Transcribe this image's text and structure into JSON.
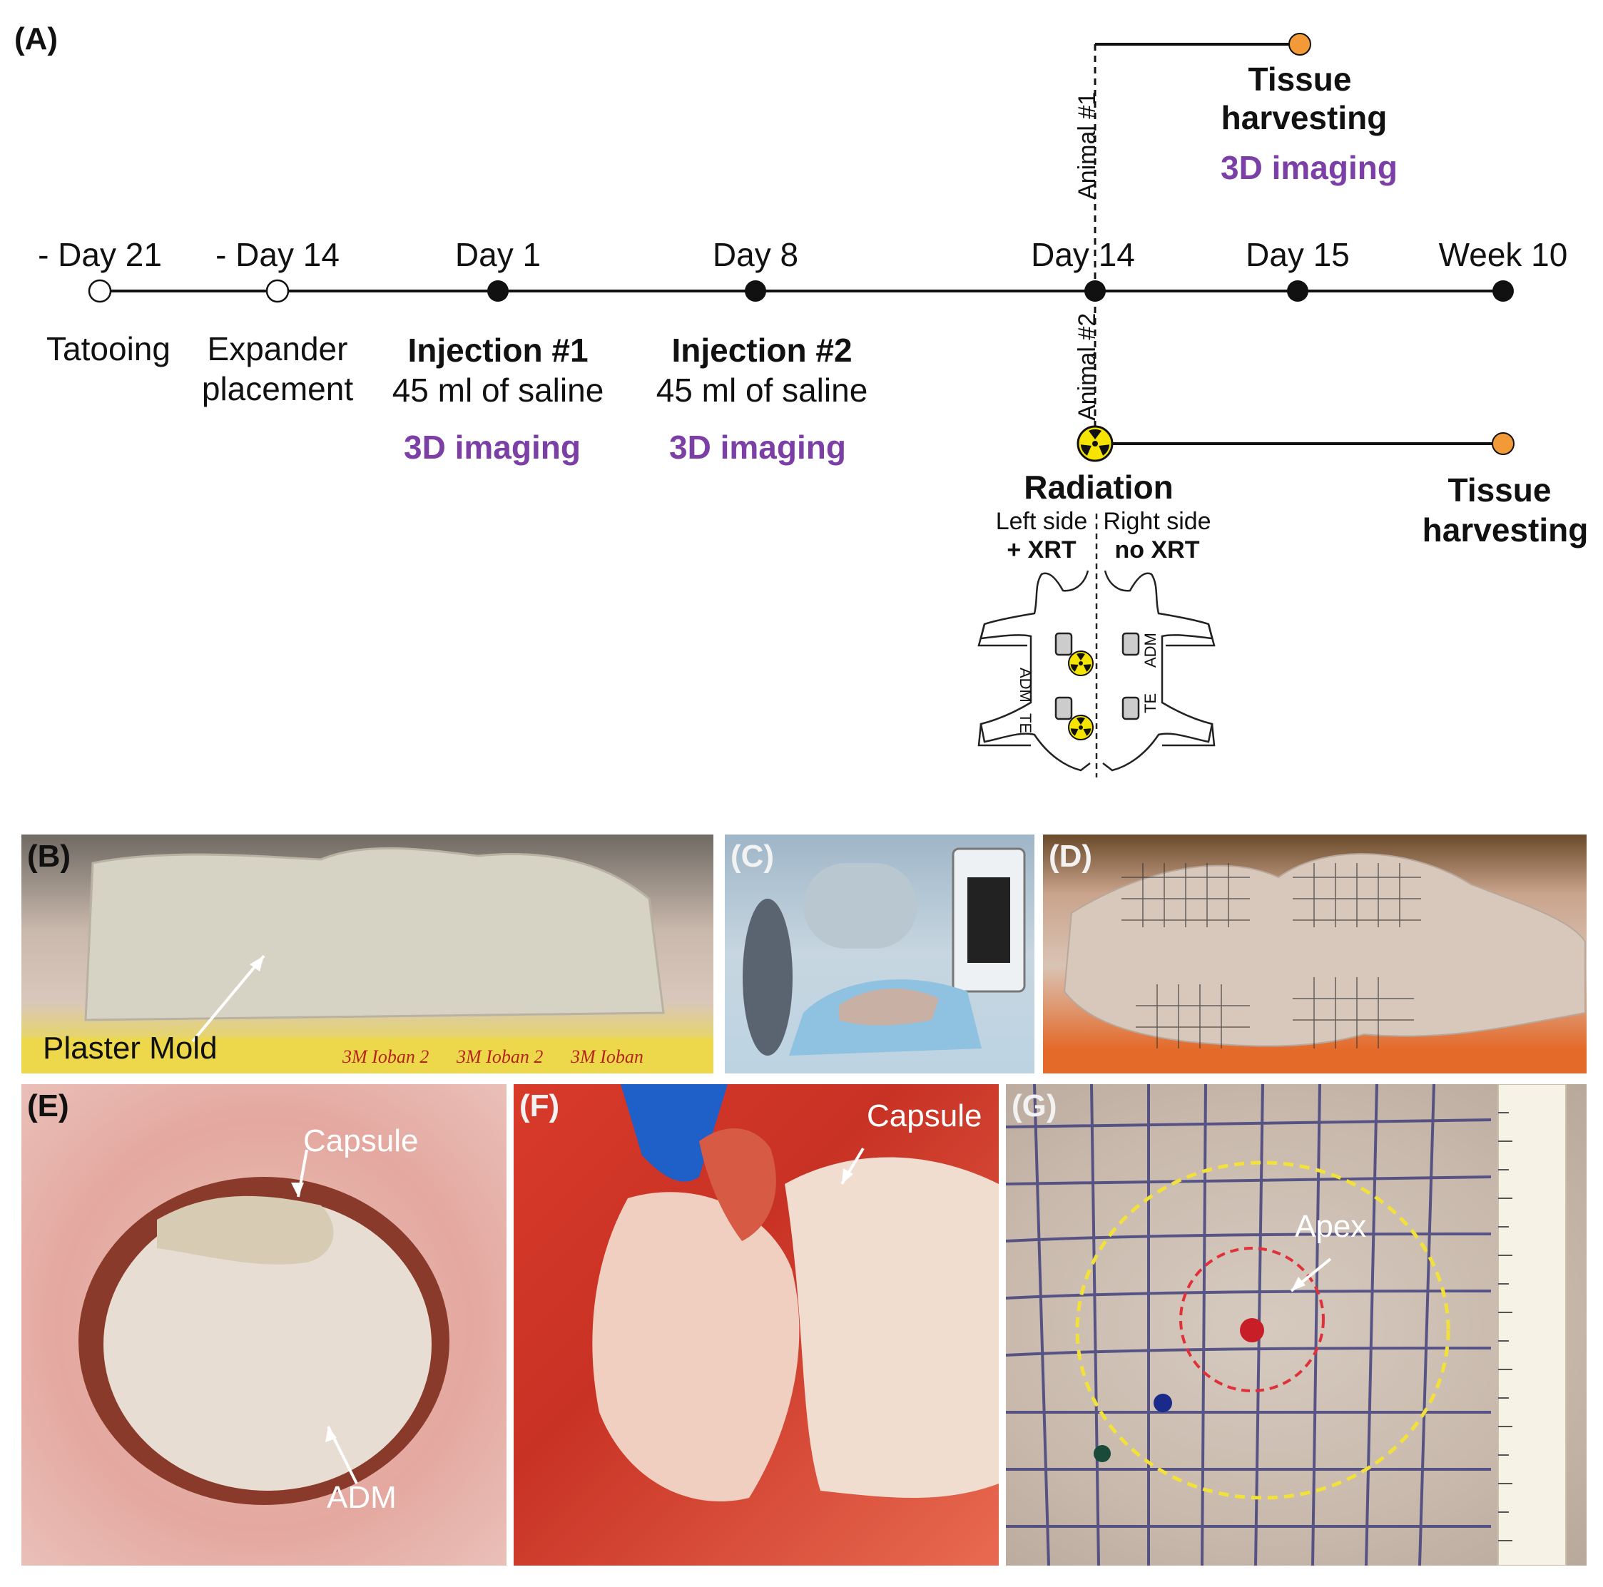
{
  "panel_a": {
    "label": "(A)",
    "timepoints": [
      "- Day 21",
      "- Day 14",
      "Day 1",
      "Day 8",
      "Day 14",
      "Day 15",
      "Week 10"
    ],
    "events": {
      "tatooing": "Tatooing",
      "expander_1": "Expander",
      "expander_2": "placement",
      "inj1_title": "Injection #1",
      "inj1_detail": "45 ml of saline",
      "inj1_imaging": "3D imaging",
      "inj2_title": "Injection #2",
      "inj2_detail": "45 ml of saline",
      "inj2_imaging": "3D imaging"
    },
    "animal1": {
      "label": "Animal #1",
      "harvest_1": "Tissue",
      "harvest_2": "harvesting",
      "imaging": "3D imaging"
    },
    "animal2": {
      "label": "Animal #2",
      "radiation": "Radiation",
      "left_side": "Left side",
      "left_xrt": "+ XRT",
      "right_side": "Right side",
      "right_xrt": "no XRT",
      "adm": "ADM",
      "te": "TE",
      "harvest_1": "Tissue",
      "harvest_2": "harvesting"
    },
    "colors": {
      "imaging_text": "#7b3fa6",
      "end_marker": "#f29a38",
      "radiation": "#f5e400"
    }
  },
  "panel_b": {
    "label": "(B)",
    "annotation": "Plaster Mold"
  },
  "panel_c": {
    "label": "(C)"
  },
  "panel_d": {
    "label": "(D)"
  },
  "panel_e": {
    "label": "(E)",
    "capsule": "Capsule",
    "adm": "ADM"
  },
  "panel_f": {
    "label": "(F)",
    "capsule": "Capsule"
  },
  "panel_g": {
    "label": "(G)",
    "apex": "Apex"
  }
}
